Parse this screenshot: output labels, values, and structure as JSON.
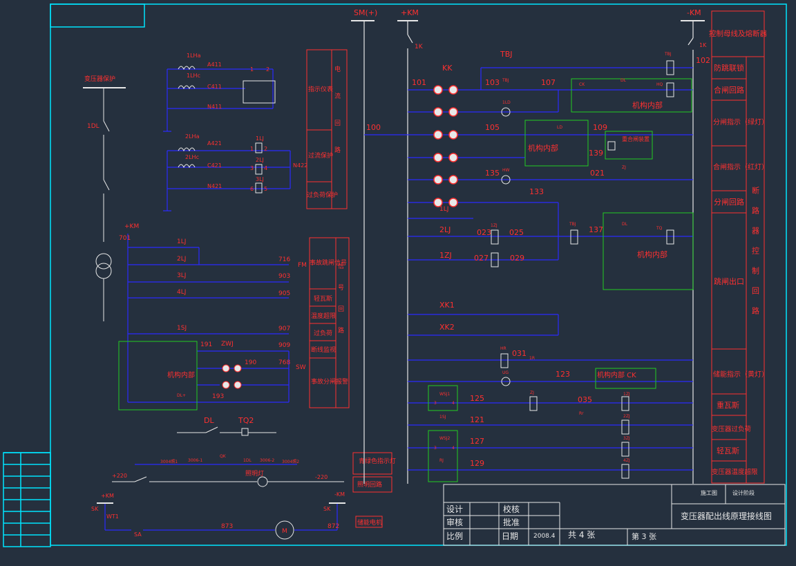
{
  "top_buses": {
    "sm_plus": "SM(+)",
    "km_plus": "+KM",
    "km_minus": "-KM",
    "switch_1k": "1K",
    "switch_1k_right": "1K"
  },
  "colors": {
    "background": "#25303e",
    "frame": "#00e5ff",
    "wire": "#2b2bff",
    "text_red": "#ff3030",
    "box_green": "#22cc22"
  },
  "left_top": {
    "transformer_label": "变压器保护",
    "dl_label": "1DL",
    "ct_labels": [
      "1LHa",
      "1LHc",
      "2LHa",
      "2LHc"
    ],
    "ammeter_terms": [
      "A411",
      "C411",
      "N411"
    ],
    "relay_terms": [
      "A421",
      "C421",
      "N421",
      "N422"
    ],
    "relay_names": [
      "1LJ",
      "2LJ",
      "3LJ"
    ],
    "meter_pins": [
      "1",
      "2"
    ],
    "relay_pins": [
      "2",
      "1",
      "3",
      "4",
      "6",
      "5"
    ]
  },
  "current_circuit_table": {
    "title": "电流回路",
    "rows": [
      "指示仪表",
      "过流保护",
      "过负荷保护"
    ]
  },
  "signal_circuit": {
    "supply": "+KM",
    "node": "701",
    "contacts": [
      "1LJ",
      "2LJ",
      "3LJ",
      "4LJ",
      "1SJ",
      "ZWJ"
    ],
    "nodes": [
      "716",
      "903",
      "905",
      "907",
      "909",
      "191",
      "190",
      "193",
      "768"
    ],
    "fm": "FM",
    "sw": "SW",
    "mech": "机构内部",
    "mech_contact": "DL+"
  },
  "signal_table": {
    "title": "信号回路",
    "rows": [
      "事故跳闸信号",
      "轻瓦斯",
      "温度超限",
      "过负荷",
      "断线监视",
      "事故分闸报警"
    ]
  },
  "bottom_left": {
    "dl": "DL",
    "tq2": "TQ2",
    "lamp": "照明灯",
    "plus220": "+220",
    "minus220": "-220",
    "km_plus": "+KM",
    "km_minus": "-KM",
    "sk_left": "SK",
    "sk_right": "SK",
    "wt1": "WT1",
    "sa": "SA",
    "node_873": "873",
    "node_872": "872",
    "motor": "M",
    "lamp_labels": [
      "3004照1",
      "3006-1",
      "QK",
      "1DL",
      "3006-2",
      "3004照2"
    ],
    "boxes": [
      "青绿色指示灯",
      "照明回路",
      "储能电机"
    ]
  },
  "main_control": {
    "kk": "KK",
    "nodes": [
      "101",
      "100",
      "103",
      "105",
      "107",
      "109",
      "139",
      "135",
      "021",
      "133",
      "023",
      "025",
      "137",
      "027",
      "029",
      "031",
      "123",
      "125",
      "035",
      "121",
      "127",
      "129",
      "102"
    ],
    "contacts": [
      "TBJ",
      "TBJ",
      "CK",
      "DL",
      "HQ",
      "1LD",
      "LD",
      "HW",
      "ZJ",
      "2LJ",
      "1LJ",
      "1ZJ",
      "TBJ",
      "DL",
      "TQ",
      "1ZJ",
      "XK1",
      "XK2",
      "HR",
      "1R",
      "UG",
      "1SJ",
      "TBJ",
      "WSJ1",
      "WSJ2",
      "RJ",
      "ZJ",
      "Rr",
      "1ZJ",
      "2ZJ",
      "3ZJ",
      "4ZJ"
    ],
    "mech_labels": [
      "机构内部",
      "机构内部",
      "重合闸装置",
      "机构内部",
      "机构内部 CK"
    ],
    "pin_labels": [
      "3",
      "4",
      "3",
      "4",
      "3",
      "4",
      "3",
      "4"
    ]
  },
  "right_table": {
    "header": "控制母线及熔断器",
    "vertical": "断路器控制回路",
    "rows": [
      "防跳联锁",
      "合闸回路",
      "分闸指示（绿灯）",
      "合闸指示（红灯）",
      "分闸回路",
      "跳闸出口",
      "储能指示（黄灯）",
      "重瓦斯",
      "变压器过负荷",
      "轻瓦斯",
      "变压器温度超限"
    ]
  },
  "title_block": {
    "stage": "施工图",
    "stage2": "设计阶段",
    "title": "变压器配出线原理接线图",
    "design": "设计",
    "check": "校核",
    "review": "审核",
    "approve": "批准",
    "scale": "比例",
    "date_label": "日期",
    "date": "2008.4",
    "total": "共 4 张",
    "sheet": "第 3 张"
  }
}
